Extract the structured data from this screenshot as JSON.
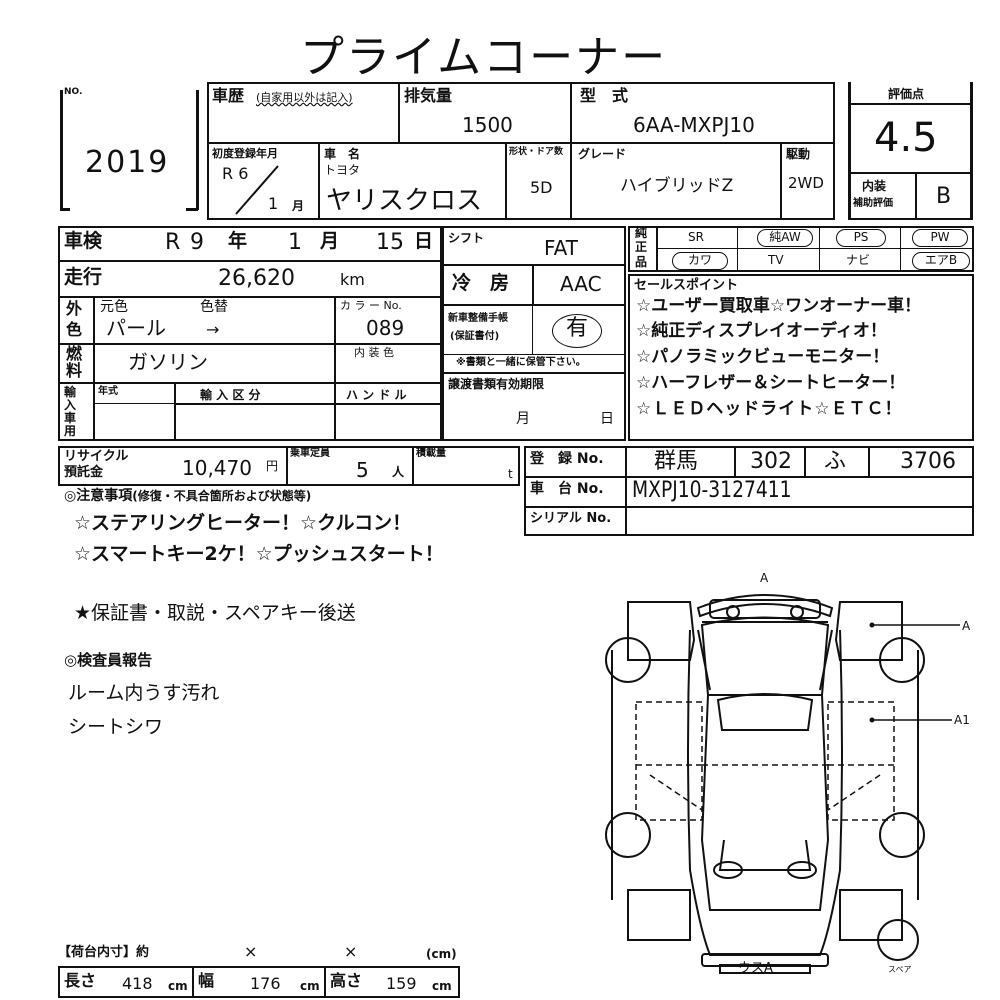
{
  "title": "プライムコーナー",
  "header": {
    "no_label": "NO.",
    "lot_no": "2019",
    "history_label": "車歴",
    "history_note": "(自家用以外は記入)",
    "displacement_label": "排気量",
    "displacement": "1500",
    "model_label": "型　式",
    "model": "6AA-MXPJ10",
    "score_label": "評価点",
    "score": "4.5",
    "interior_label_1": "内装",
    "interior_label_2": "補助評価",
    "interior": "B",
    "first_reg_label": "初度登録年月",
    "first_reg_year": "R 6",
    "first_reg_month": "1",
    "month_unit": "月",
    "car_name_label": "車　名",
    "maker": "トヨタ",
    "car_name": "ヤリスクロス",
    "doors_label": "形状・ドア数",
    "doors": "5D",
    "grade_label": "グレード",
    "grade": "ハイブリッドZ",
    "drive_label": "駆動",
    "drive": "2WD"
  },
  "inspection": {
    "label": "車検",
    "era": "R",
    "year": "9",
    "year_unit": "年",
    "month": "1",
    "month_unit": "月",
    "day": "15",
    "day_unit": "日"
  },
  "shift": {
    "label": "シフト",
    "value": "FAT"
  },
  "equipment": {
    "label_1": "純",
    "label_2": "正",
    "label_3": "品",
    "items": [
      "SR",
      "純AW",
      "PS",
      "PW",
      "カワ",
      "TV",
      "ナビ",
      "エアB"
    ]
  },
  "mileage": {
    "label": "走行",
    "value": "26,620",
    "unit": "km"
  },
  "ac": {
    "label": "冷　房",
    "value": "AAC"
  },
  "color": {
    "label_1": "外",
    "label_2": "色",
    "original_label": "元色",
    "change_label": "色替",
    "original": "パール",
    "arrow": "→",
    "code_label": "カ ラ ー No.",
    "code": "089"
  },
  "maintenance": {
    "label_1": "新車整備手帳",
    "label_2": "(保証書付)",
    "value": "有",
    "note": "※書類と一緒に保管下さい。"
  },
  "fuel": {
    "label_1": "燃",
    "label_2": "料",
    "value": "ガソリン",
    "interior_color_label": "内 装 色"
  },
  "import": {
    "label": "輸入車用",
    "year_label": "年式",
    "type_label": "輸 入 区 分",
    "handle_label": "ハ ン ド ル"
  },
  "docs_expiry": {
    "label": "譲渡書類有効期限",
    "month_unit": "月",
    "day_unit": "日"
  },
  "sales_points": {
    "label": "セールスポイント",
    "lines": [
      "☆ユーザー買取車☆ワンオーナー車！",
      "☆純正ディスプレイオーディオ！",
      "☆パノラミックビューモニター！",
      "☆ハーフレザー＆シートヒーター！",
      "☆ＬＥＤヘッドライト☆ＥＴＣ！"
    ]
  },
  "recycle": {
    "label_1": "リサイクル",
    "label_2": "預託金",
    "value": "10,470",
    "unit": "円",
    "capacity_label": "乗車定員",
    "capacity": "5",
    "capacity_unit": "人",
    "load_label": "積載量",
    "load_unit": "t"
  },
  "registration": {
    "label": "登　録 No.",
    "region": "群馬",
    "class": "302",
    "kana": "ふ",
    "number": "3706",
    "chassis_label": "車　台 No.",
    "chassis": "MXPJ10-3127411",
    "serial_label": "シリアル No."
  },
  "notes": {
    "heading": "◎注意事項",
    "heading_sub": "(修復・不具合箇所および状態等)",
    "lines": [
      "☆ステアリングヒーター！☆クルコン！",
      "☆スマートキー2ケ！☆プッシュスタート！"
    ],
    "warranty": "★保証書・取説・スペアキー後送"
  },
  "inspector": {
    "heading": "◎検査員報告",
    "lines": [
      "ルーム内うす汚れ",
      "シートシワ"
    ]
  },
  "diagram": {
    "front_label": "A",
    "right_label_1": "A",
    "right_label_2": "A1",
    "bottom_label": "ウスA",
    "spare_label": "スペア"
  },
  "cargo": {
    "heading": "【荷台内寸】約",
    "x1": "×",
    "x2": "×",
    "unit_label": "(cm)",
    "length_label": "長さ",
    "length": "418",
    "width_label": "幅",
    "width": "176",
    "height_label": "高さ",
    "height": "159",
    "cm": "cm"
  }
}
